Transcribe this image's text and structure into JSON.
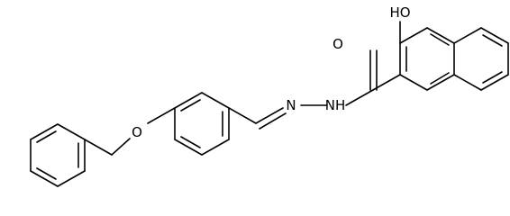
{
  "diagram_type": "chemical-structure",
  "atom_labels": {
    "hydroxyl": "HO",
    "carbonyl_oxygen": "O",
    "amide_nitrogen": "NH",
    "imine_nitrogen": "N",
    "ether_oxygen": "O"
  },
  "colors": {
    "bond": "#000000",
    "label": "#000000",
    "background": "#ffffff"
  }
}
